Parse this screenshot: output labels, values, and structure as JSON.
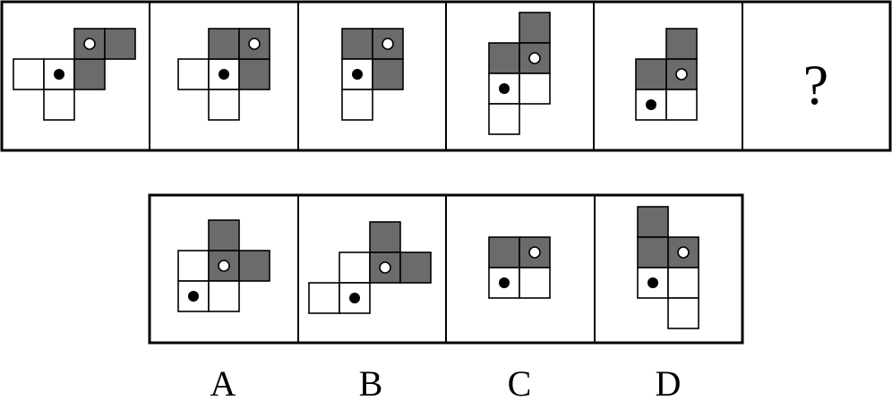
{
  "question_mark": "?",
  "colors": {
    "white_square": "#ffffff",
    "gray_square": "#6b6b6b",
    "outline": "#000000"
  },
  "sequence": [
    {
      "squares": [
        {
          "c": 0,
          "r": 1,
          "t": "white"
        },
        {
          "c": 1,
          "r": 1,
          "t": "white",
          "dot": "black"
        },
        {
          "c": 2,
          "r": 1,
          "t": "gray"
        },
        {
          "c": 2,
          "r": 0,
          "t": "gray",
          "dot": "white"
        },
        {
          "c": 3,
          "r": 0,
          "t": "gray"
        },
        {
          "c": 1,
          "r": 2,
          "t": "white"
        }
      ]
    },
    {
      "squares": [
        {
          "c": 0,
          "r": 1,
          "t": "white"
        },
        {
          "c": 1,
          "r": 1,
          "t": "white",
          "dot": "black"
        },
        {
          "c": 2,
          "r": 1,
          "t": "gray"
        },
        {
          "c": 1,
          "r": 0,
          "t": "gray"
        },
        {
          "c": 2,
          "r": 0,
          "t": "gray",
          "dot": "white"
        },
        {
          "c": 1,
          "r": 2,
          "t": "white"
        }
      ]
    },
    {
      "squares": [
        {
          "c": 0,
          "r": 0,
          "t": "gray"
        },
        {
          "c": 1,
          "r": 0,
          "t": "gray",
          "dot": "white"
        },
        {
          "c": 0,
          "r": 1,
          "t": "white",
          "dot": "black"
        },
        {
          "c": 1,
          "r": 1,
          "t": "gray"
        },
        {
          "c": 0,
          "r": 2,
          "t": "white"
        }
      ]
    },
    {
      "squares": [
        {
          "c": 1,
          "r": 0,
          "t": "gray"
        },
        {
          "c": 0,
          "r": 1,
          "t": "gray"
        },
        {
          "c": 1,
          "r": 1,
          "t": "gray",
          "dot": "white"
        },
        {
          "c": 0,
          "r": 2,
          "t": "white",
          "dot": "black"
        },
        {
          "c": 1,
          "r": 2,
          "t": "white"
        },
        {
          "c": 0,
          "r": 3,
          "t": "white"
        }
      ]
    },
    {
      "squares": [
        {
          "c": 1,
          "r": 0,
          "t": "gray"
        },
        {
          "c": 0,
          "r": 1,
          "t": "gray"
        },
        {
          "c": 1,
          "r": 1,
          "t": "gray",
          "dot": "white"
        },
        {
          "c": 0,
          "r": 2,
          "t": "white",
          "dot": "black"
        },
        {
          "c": 1,
          "r": 2,
          "t": "white"
        }
      ]
    }
  ],
  "options": [
    {
      "label": "A",
      "squares": [
        {
          "c": 1,
          "r": 0,
          "t": "gray"
        },
        {
          "c": 0,
          "r": 1,
          "t": "white"
        },
        {
          "c": 1,
          "r": 1,
          "t": "gray",
          "dot": "white"
        },
        {
          "c": 2,
          "r": 1,
          "t": "gray"
        },
        {
          "c": 0,
          "r": 2,
          "t": "white",
          "dot": "black"
        },
        {
          "c": 1,
          "r": 2,
          "t": "white"
        }
      ]
    },
    {
      "label": "B",
      "squares": [
        {
          "c": 2,
          "r": 0,
          "t": "gray"
        },
        {
          "c": 1,
          "r": 1,
          "t": "white"
        },
        {
          "c": 2,
          "r": 1,
          "t": "gray",
          "dot": "white"
        },
        {
          "c": 3,
          "r": 1,
          "t": "gray"
        },
        {
          "c": 0,
          "r": 2,
          "t": "white"
        },
        {
          "c": 1,
          "r": 2,
          "t": "white",
          "dot": "black"
        }
      ]
    },
    {
      "label": "C",
      "squares": [
        {
          "c": 0,
          "r": 0,
          "t": "gray"
        },
        {
          "c": 1,
          "r": 0,
          "t": "gray",
          "dot": "white"
        },
        {
          "c": 0,
          "r": 1,
          "t": "white",
          "dot": "black"
        },
        {
          "c": 1,
          "r": 1,
          "t": "white"
        }
      ]
    },
    {
      "label": "D",
      "squares": [
        {
          "c": 0,
          "r": 0,
          "t": "gray"
        },
        {
          "c": 0,
          "r": 1,
          "t": "gray"
        },
        {
          "c": 1,
          "r": 1,
          "t": "gray",
          "dot": "white"
        },
        {
          "c": 0,
          "r": 2,
          "t": "white",
          "dot": "black"
        },
        {
          "c": 1,
          "r": 2,
          "t": "white"
        },
        {
          "c": 1,
          "r": 3,
          "t": "white"
        }
      ]
    }
  ]
}
